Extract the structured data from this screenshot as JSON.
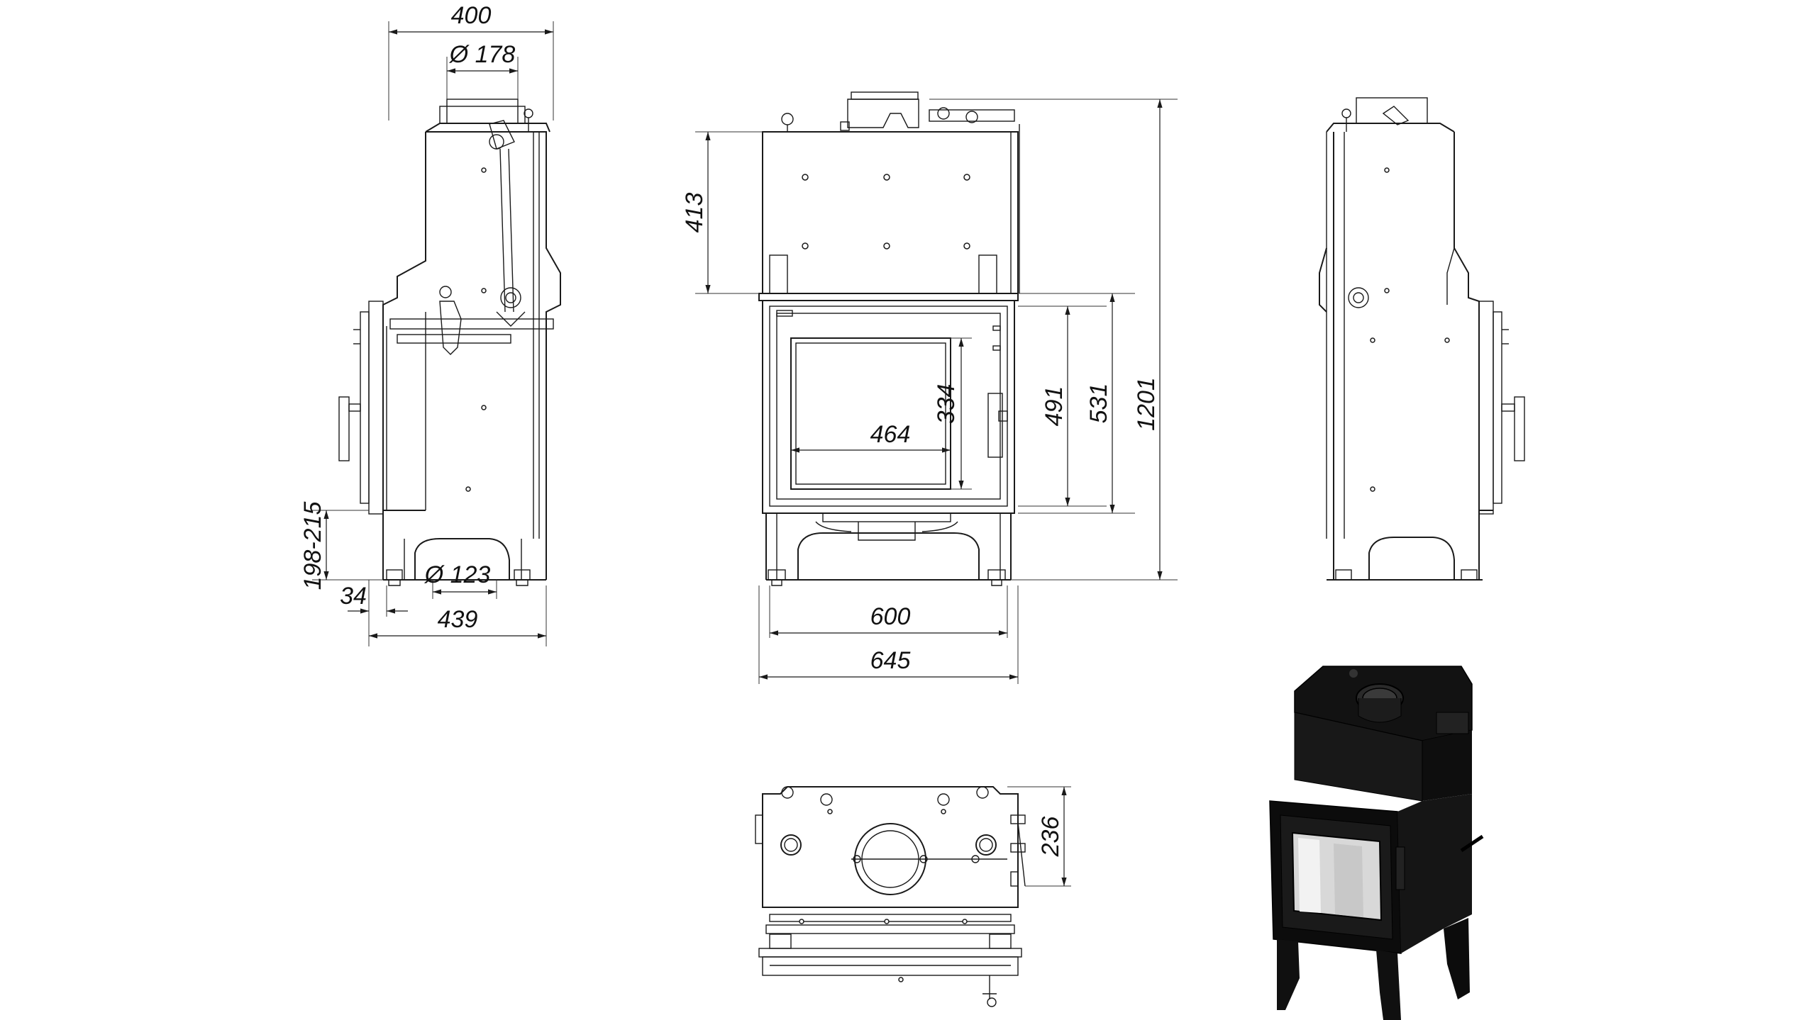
{
  "colors": {
    "background": "#ffffff",
    "line": "#1a1a1a",
    "render_body": "#111111",
    "render_glass": "#d8d8d8"
  },
  "side_view_left": {
    "width_top": "400",
    "flue_diameter": "Ø 178",
    "air_inlet_diameter": "Ø 123",
    "leg_height_range": "198-215",
    "leg_offset": "34",
    "depth_base": "439"
  },
  "front_view": {
    "upper_height": "413",
    "glass_height": "334",
    "glass_width": "464",
    "door_height": "491",
    "front_height": "531",
    "total_height": "1201",
    "base_width": "600",
    "overall_width": "645"
  },
  "top_view": {
    "depth": "236"
  }
}
